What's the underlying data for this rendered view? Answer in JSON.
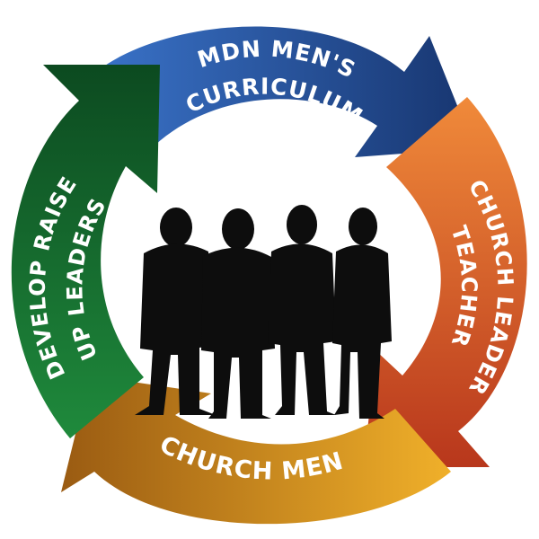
{
  "cycle": {
    "segments": [
      {
        "id": "top",
        "lines": [
          "MDN MEN'S",
          "CURRICULUM"
        ],
        "color_light": "#3a73c9",
        "color_dark": "#17356f"
      },
      {
        "id": "right",
        "lines": [
          "CHURCH LEADER",
          "TEACHER"
        ],
        "color_light": "#f08a3a",
        "color_dark": "#b8371c"
      },
      {
        "id": "bottom",
        "lines": [
          "CHURCH MEN"
        ],
        "color_light": "#f0b02a",
        "color_dark": "#9a5b12"
      },
      {
        "id": "left",
        "lines": [
          "DEVELOP RAISE",
          "UP LEADERS"
        ],
        "color_light": "#1f8a3c",
        "color_dark": "#0c4a20"
      }
    ],
    "center_figure": "silhouette of four men standing"
  }
}
